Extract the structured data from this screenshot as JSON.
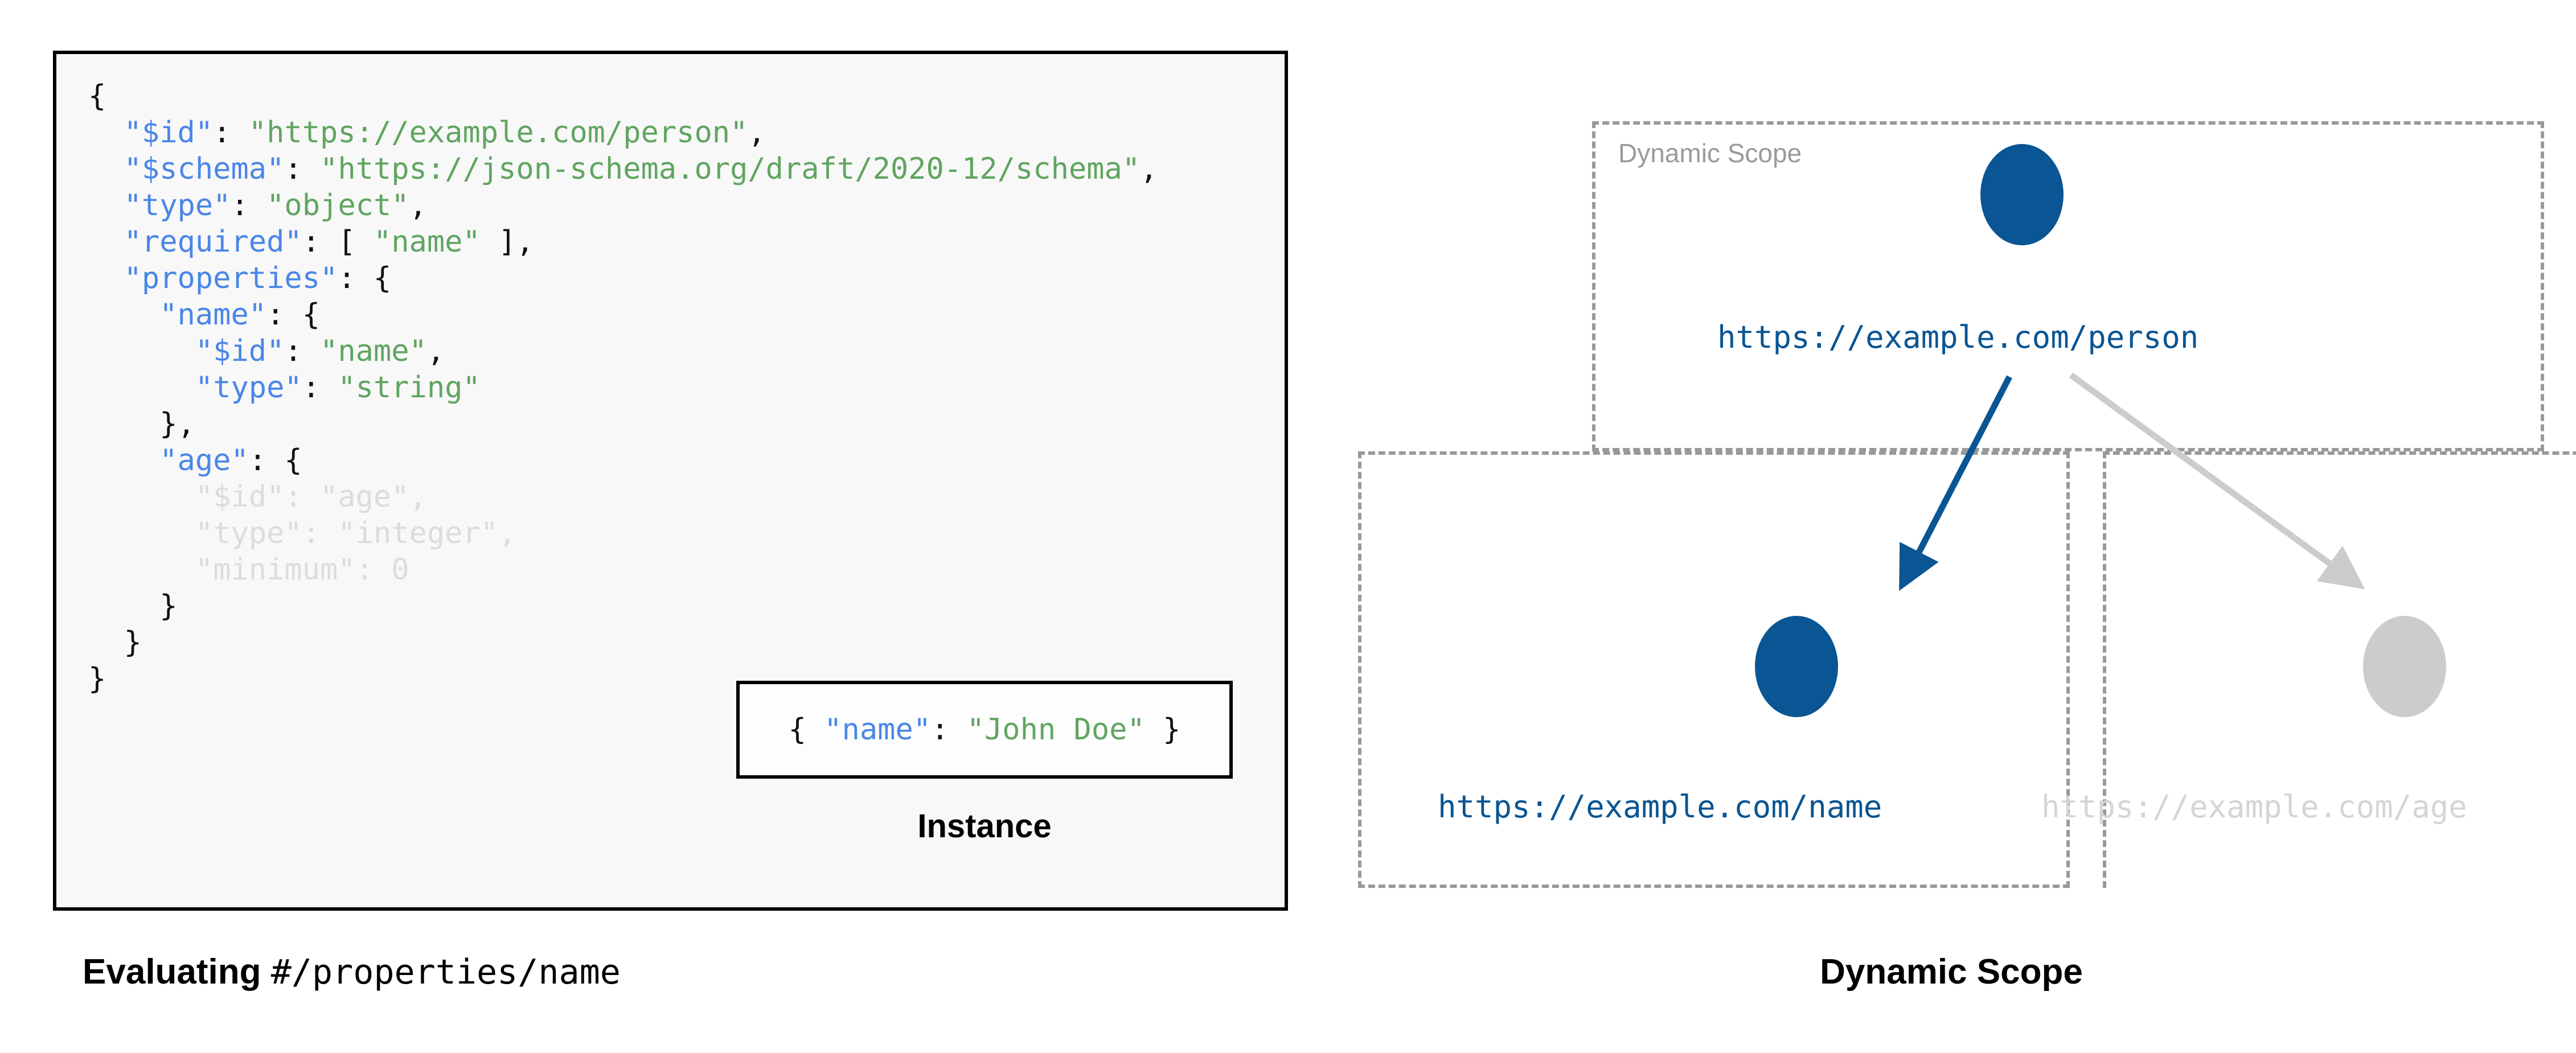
{
  "left": {
    "schema_code_lines": [
      "{",
      "  \"$id\": \"https://example.com/person\",",
      "  \"$schema\": \"https://json-schema.org/draft/2020-12/schema\",",
      "  \"type\": \"object\",",
      "  \"required\": [ \"name\" ],",
      "  \"properties\": {",
      "    \"name\": {",
      "      \"$id\": \"name\",",
      "      \"type\": \"string\"",
      "    },",
      "    \"age\": {",
      "      \"$id\": \"age\",",
      "      \"type\": \"integer\",",
      "      \"minimum\": 0",
      "    }",
      "  }",
      "}"
    ],
    "tokens": {
      "key_id": "\"$id\"",
      "key_schema": "\"$schema\"",
      "key_type": "\"type\"",
      "key_required": "\"required\"",
      "key_properties": "\"properties\"",
      "key_name": "\"name\"",
      "key_age": "\"age\"",
      "key_minimum": "\"minimum\"",
      "val_person_uri": "\"https://example.com/person\"",
      "val_schema_uri": "\"https://json-schema.org/draft/2020-12/schema\"",
      "val_object": "\"object\"",
      "val_name": "\"name\"",
      "val_string": "\"string\"",
      "val_age": "\"age\"",
      "val_integer": "\"integer\"",
      "val_zero": "0",
      "val_john_doe": "\"John Doe\""
    },
    "instance": {
      "code": "{ \"name\": \"John Doe\" }",
      "key": "\"name\"",
      "value": "\"John Doe\"",
      "label": "Instance"
    },
    "caption": {
      "bold_part": "Evaluating ",
      "mono_part": "#/properties/name"
    },
    "colors": {
      "key": "#4a86e8",
      "string": "#60a561",
      "punctuation": "#111111",
      "faded": "#dcdcdc",
      "card_background": "#f8f8f8",
      "card_border": "#000000"
    }
  },
  "right": {
    "scope_box_label": "Dynamic Scope",
    "caption": "Dynamic Scope",
    "nodes": [
      {
        "id": "person",
        "label": "https://example.com/person",
        "state": "active",
        "color": "#0a5593"
      },
      {
        "id": "name",
        "label": "https://example.com/name",
        "state": "active",
        "color": "#0a5593"
      },
      {
        "id": "age",
        "label": "https://example.com/age",
        "state": "inactive",
        "color": "#cccccc"
      }
    ],
    "edges": [
      {
        "from": "person",
        "to": "name",
        "state": "active",
        "color": "#0a5593"
      },
      {
        "from": "person",
        "to": "age",
        "state": "inactive",
        "color": "#cccccc"
      }
    ],
    "colors": {
      "box_border": "#999999",
      "box_label": "#9a9a9a",
      "active": "#0a5593",
      "inactive": "#cccccc",
      "inactive_text": "#d5d5d5"
    }
  }
}
